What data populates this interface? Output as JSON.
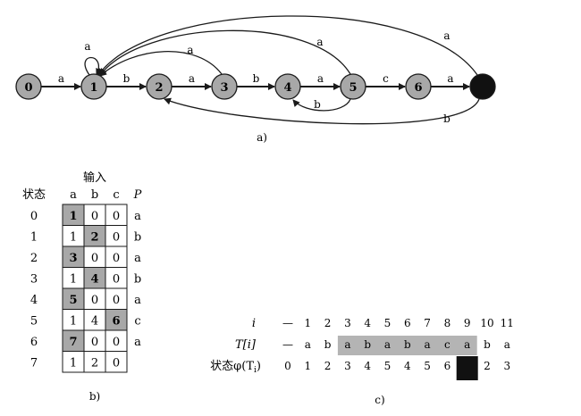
{
  "automaton": {
    "states": [
      "0",
      "1",
      "2",
      "3",
      "4",
      "5",
      "6",
      ""
    ],
    "accept_color": "#111111",
    "state_color": "#a8a8a8",
    "forward_edges": [
      {
        "from": 0,
        "to": 1,
        "label": "a"
      },
      {
        "from": 1,
        "to": 2,
        "label": "b"
      },
      {
        "from": 2,
        "to": 3,
        "label": "a"
      },
      {
        "from": 3,
        "to": 4,
        "label": "b"
      },
      {
        "from": 4,
        "to": 5,
        "label": "a"
      },
      {
        "from": 5,
        "to": 6,
        "label": "c"
      },
      {
        "from": 6,
        "to": 7,
        "label": "a"
      }
    ],
    "back_edges": [
      {
        "from": 1,
        "to": 1,
        "label": "a"
      },
      {
        "from": 3,
        "to": 1,
        "label": "a"
      },
      {
        "from": 5,
        "to": 1,
        "label": "a"
      },
      {
        "from": 7,
        "to": 1,
        "label": "a"
      },
      {
        "from": 5,
        "to": 4,
        "label": "b"
      },
      {
        "from": 7,
        "to": 2,
        "label": "b"
      }
    ],
    "caption": "a)"
  },
  "table": {
    "input_header": "输入",
    "state_header": "状态",
    "columns": [
      "a",
      "b",
      "c"
    ],
    "p_header": "P",
    "rows": [
      {
        "state": "0",
        "cells": [
          "1",
          "0",
          "0"
        ],
        "p": "a",
        "highlight": 0
      },
      {
        "state": "1",
        "cells": [
          "1",
          "2",
          "0"
        ],
        "p": "b",
        "highlight": 1
      },
      {
        "state": "2",
        "cells": [
          "3",
          "0",
          "0"
        ],
        "p": "a",
        "highlight": 0
      },
      {
        "state": "3",
        "cells": [
          "1",
          "4",
          "0"
        ],
        "p": "b",
        "highlight": 1
      },
      {
        "state": "4",
        "cells": [
          "5",
          "0",
          "0"
        ],
        "p": "a",
        "highlight": 0
      },
      {
        "state": "5",
        "cells": [
          "1",
          "4",
          "6"
        ],
        "p": "c",
        "highlight": 2
      },
      {
        "state": "6",
        "cells": [
          "7",
          "0",
          "0"
        ],
        "p": "a",
        "highlight": 0
      },
      {
        "state": "7",
        "cells": [
          "1",
          "2",
          "0"
        ],
        "p": "",
        "highlight": -1
      }
    ],
    "highlight_color": "#a8a8a8",
    "caption": "b)"
  },
  "trace": {
    "label_i": "i",
    "label_T": "T[i]",
    "label_state": "状态φ(T",
    "label_state_sub": "i",
    "label_state_close": ")",
    "i_values": [
      "—",
      "1",
      "2",
      "3",
      "4",
      "5",
      "6",
      "7",
      "8",
      "9",
      "10",
      "11"
    ],
    "T_values": [
      "—",
      "a",
      "b",
      "a",
      "b",
      "a",
      "b",
      "a",
      "c",
      "a",
      "b",
      "a"
    ],
    "state_values": [
      "0",
      "1",
      "2",
      "3",
      "4",
      "5",
      "4",
      "5",
      "6",
      "",
      "2",
      "3"
    ],
    "band_color": "#b4b4b4",
    "accept_cell_color": "#111111",
    "caption": "c)"
  }
}
